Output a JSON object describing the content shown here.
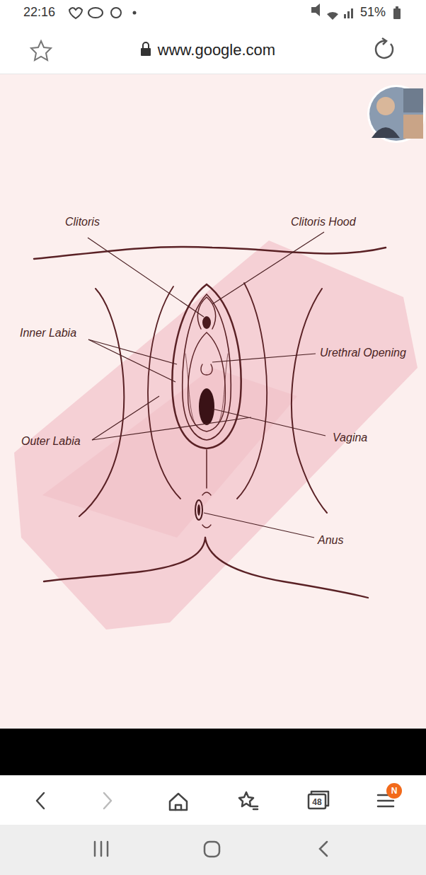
{
  "diagram": {
    "labels": [
      "22:16",
      "51%",
      "www.google.com",
      "Clitoris",
      "Clitoris Hood",
      "Inner Labia",
      "Urethral Opening",
      "Outer Labia",
      "Vagina",
      "Anus",
      "48",
      "N"
    ]
  }
}
